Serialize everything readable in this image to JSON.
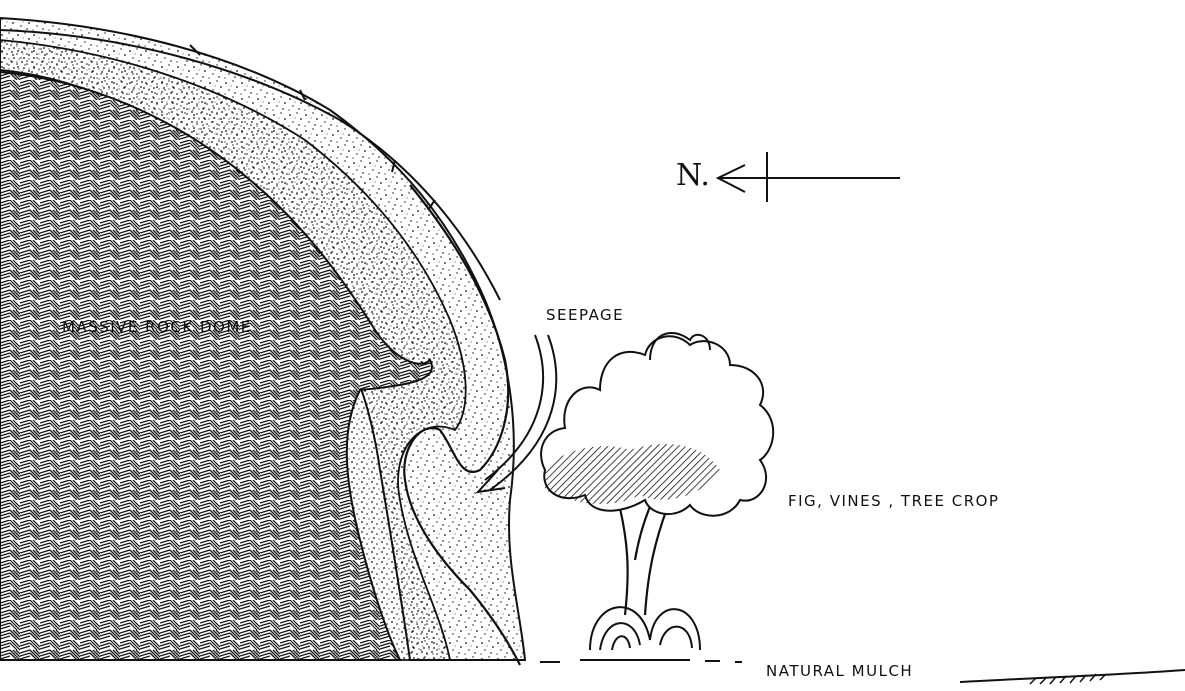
{
  "labels": {
    "north": "N.",
    "rock_dome": "MASSIVE ROCK DOME",
    "seepage": "SEEPAGE",
    "tree_crop": "FIG, VINES , TREE CROP",
    "mulch": "NATURAL MULCH"
  },
  "colors": {
    "ink": "#111111",
    "paper": "#ffffff"
  }
}
